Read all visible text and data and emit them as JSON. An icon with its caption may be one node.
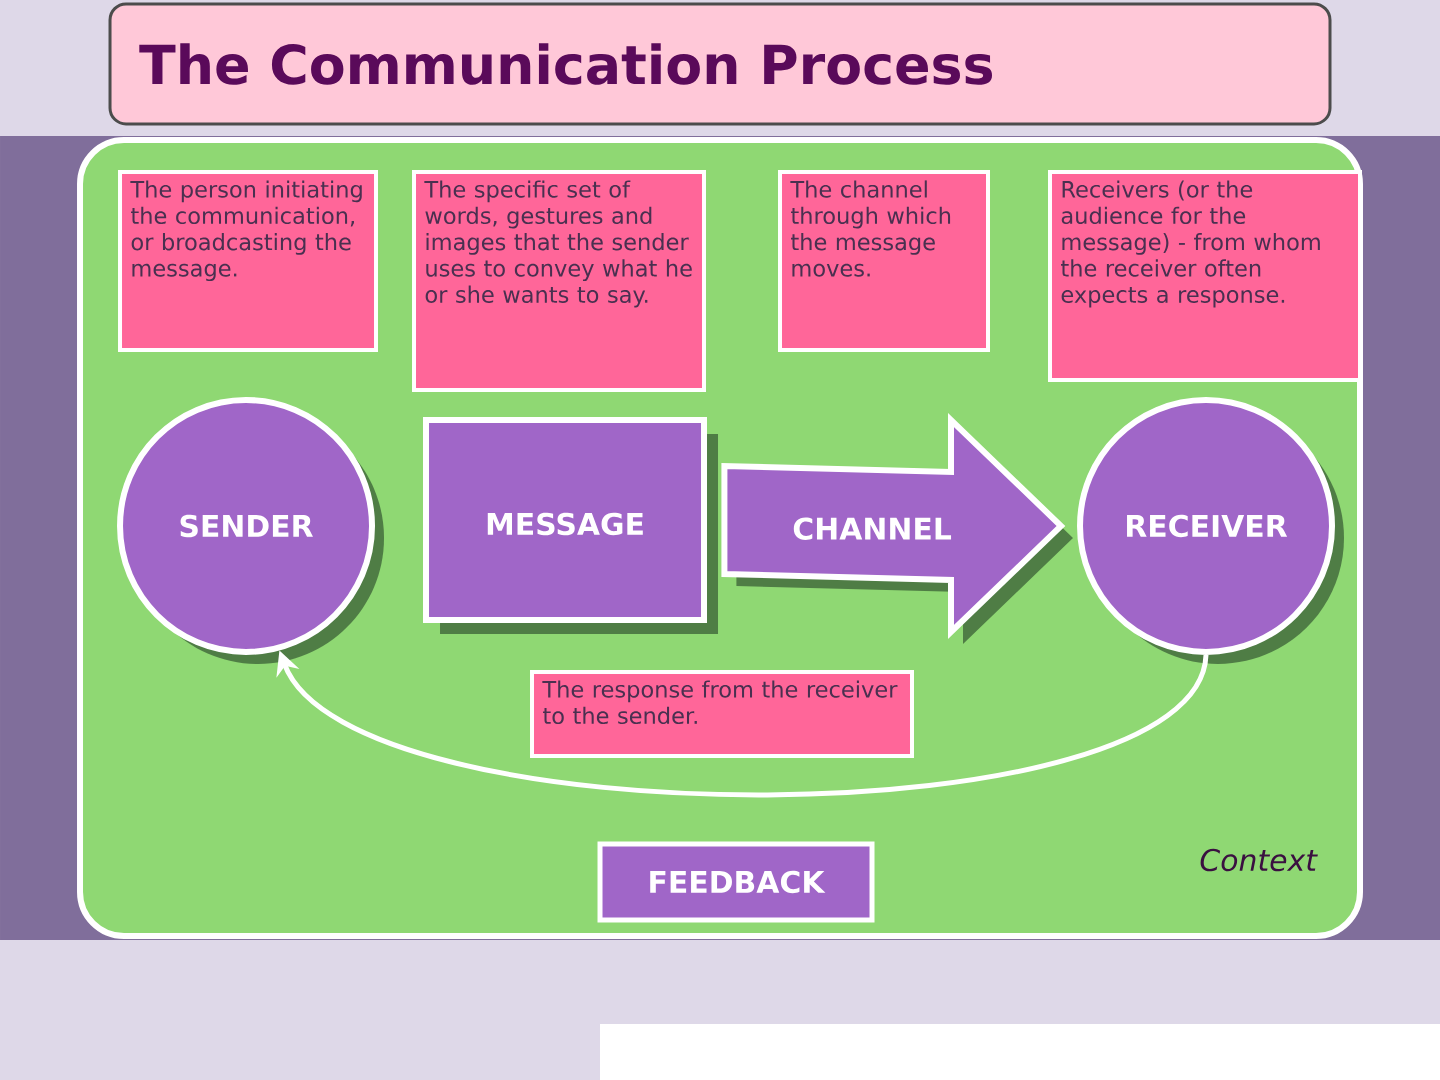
{
  "diagram": {
    "title": "The Communication Process",
    "nodes": [
      {
        "text": [
          "The person initiating the communication, or broadcasting the message."
        ]
      },
      {
        "text": [
          "The specific set of words, gestures and images that the sender uses to convey what he or she wants to say."
        ]
      },
      {
        "text": [
          "The channel through which the message moves."
        ]
      },
      {
        "text": [
          "Receivers (or the audience for the message) - from whom the receiver often expects a response."
        ]
      },
      {
        "text": [
          "SENDER"
        ]
      },
      {
        "text": [
          "MESSAGE"
        ]
      },
      {
        "text": [
          "RECEIVER"
        ]
      },
      {
        "text": [
          "The response from the receiver to the sender."
        ]
      },
      {
        "text": [
          "FEEDBACK"
        ]
      }
    ],
    "edges": [
      {
        "from": 5,
        "to": 6,
        "arrow": "to",
        "label": "CHANNEL"
      },
      {
        "from": 6,
        "to": 4,
        "arrow": "to"
      }
    ],
    "labels": [
      "Context"
    ]
  }
}
